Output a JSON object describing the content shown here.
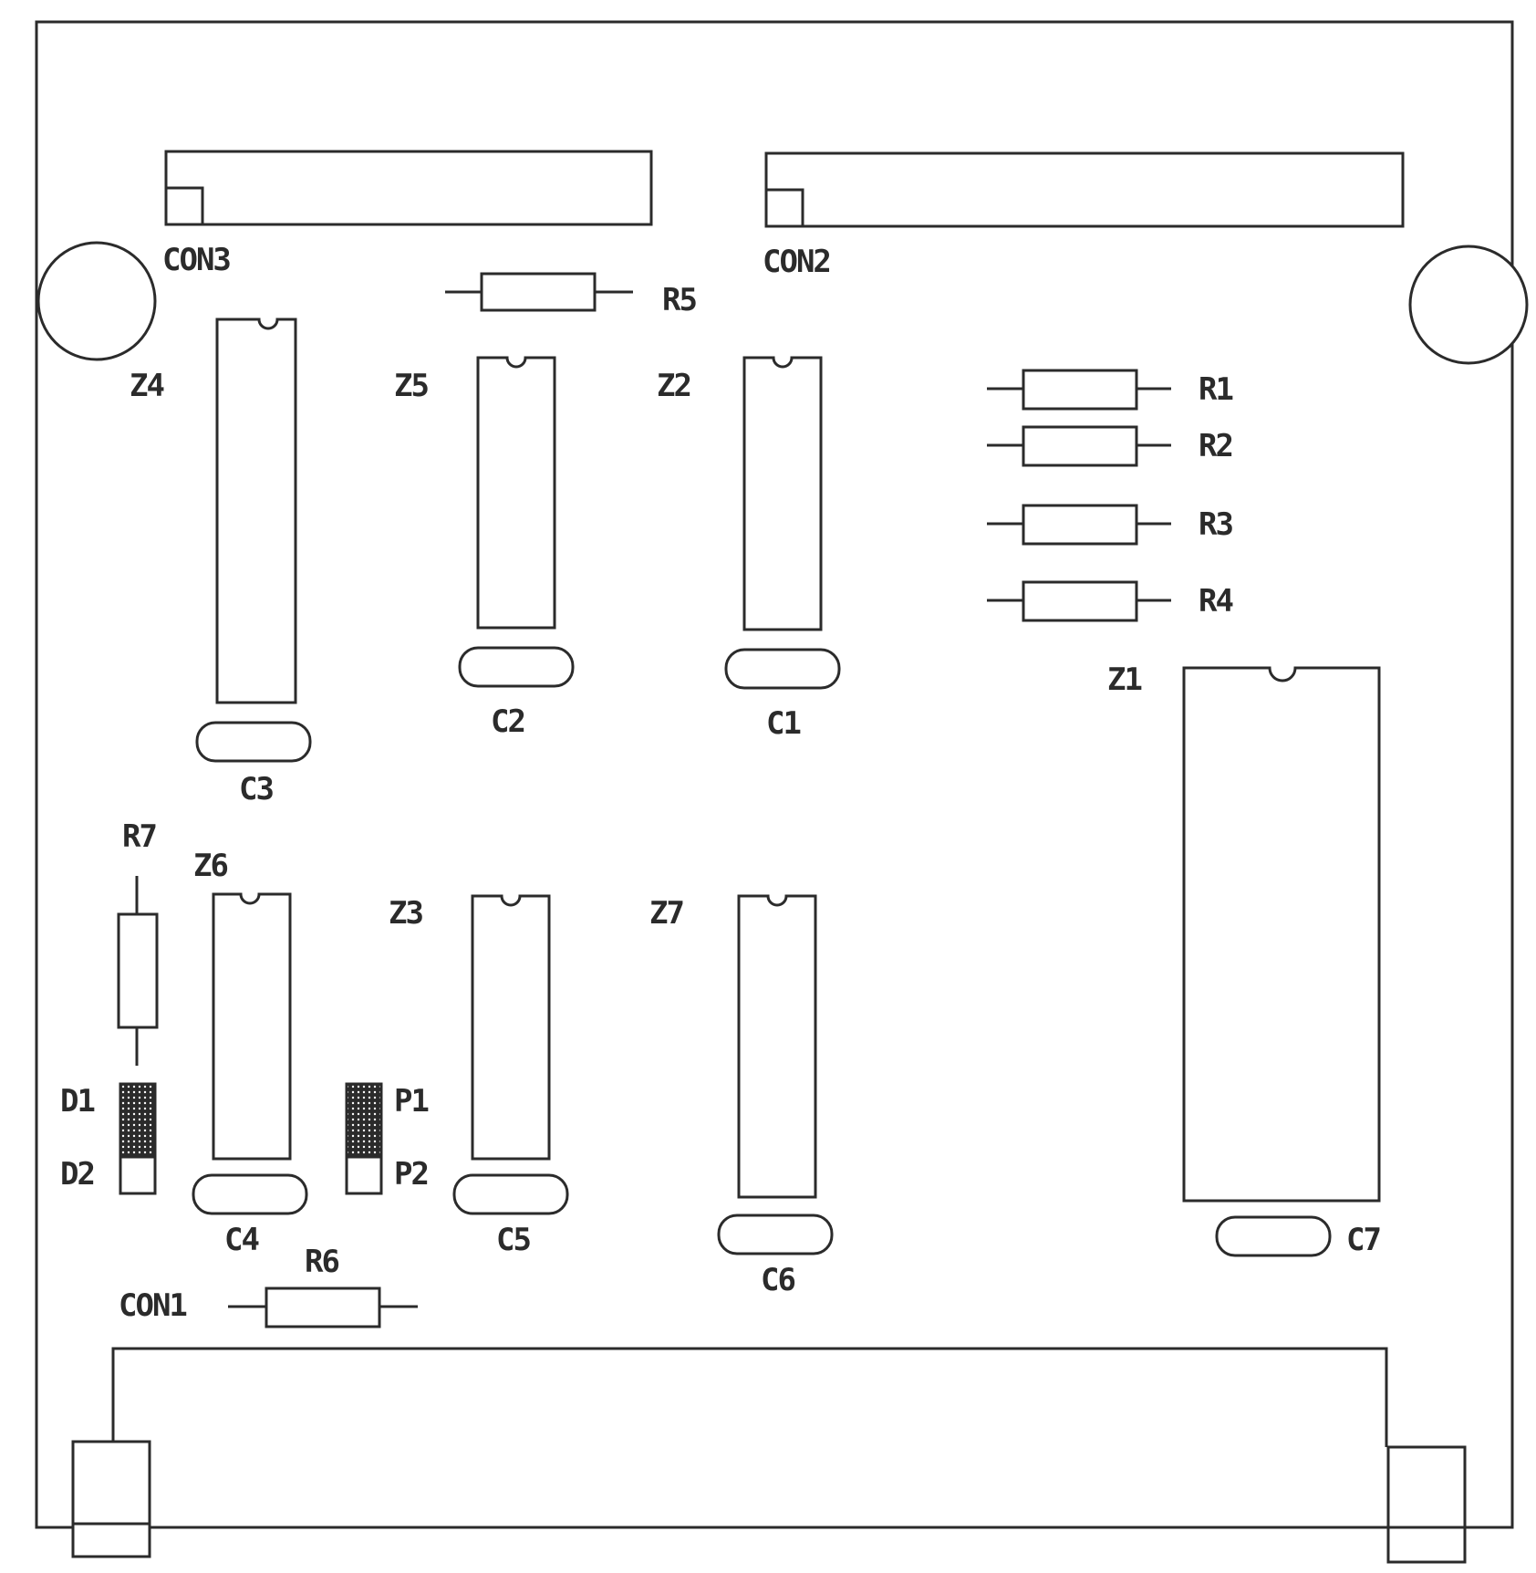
{
  "board": {
    "stroke_color": "#2b2b2b",
    "background": "#ffffff"
  },
  "labels": {
    "con1": "CON1",
    "con2": "CON2",
    "con3": "CON3",
    "r1": "R1",
    "r2": "R2",
    "r3": "R3",
    "r4": "R4",
    "r5": "R5",
    "r6": "R6",
    "r7": "R7",
    "z1": "Z1",
    "z2": "Z2",
    "z3": "Z3",
    "z4": "Z4",
    "z5": "Z5",
    "z6": "Z6",
    "z7": "Z7",
    "c1": "C1",
    "c2": "C2",
    "c3": "C3",
    "c4": "C4",
    "c5": "C5",
    "c6": "C6",
    "c7": "C7",
    "d1": "D1",
    "d2": "D2",
    "p1": "P1",
    "p2": "P2"
  }
}
